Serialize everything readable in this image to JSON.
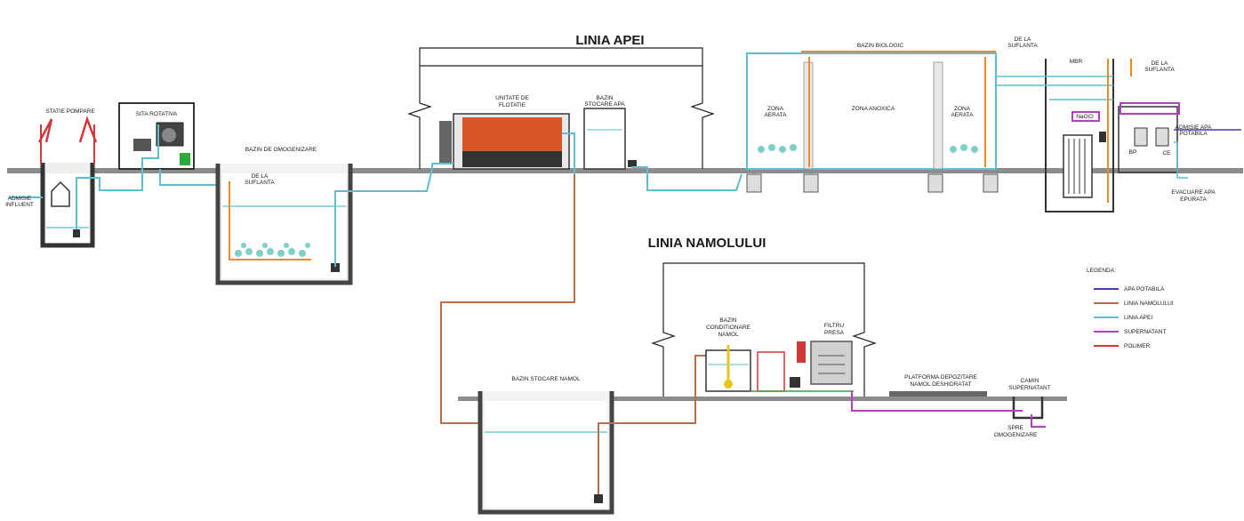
{
  "titles": {
    "water_line": "LINIA APEI",
    "sludge_line": "LINIA NAMOLULUI"
  },
  "labels": {
    "pump_station": "STATIE POMPARE",
    "inlet": [
      "ADMISIE",
      "INFLUENT"
    ],
    "rotary_screen": "SITA ROTATIVA",
    "equalization_tank": "BAZIN DE OMOGENIZARE",
    "from_blower_1": [
      "DE LA",
      "SUFLANTA"
    ],
    "flotation_unit": [
      "UNITATE DE",
      "FLOTATIE"
    ],
    "water_storage": [
      "BAZIN",
      "STOCARE APA"
    ],
    "bio_tank": "BAZIN BIOLOGIC",
    "from_blower_2": [
      "DE LA",
      "SUFLANTA"
    ],
    "aerated_zone_1": [
      "ZONA",
      "AERATA"
    ],
    "anoxic_zone": "ZONA ANOXICA",
    "aerated_zone_2": [
      "ZONA",
      "AERATA"
    ],
    "mbr": "MBR",
    "from_blower_3": [
      "DE LA",
      "SUFLANTA"
    ],
    "naocl": "NaOCl",
    "potable_inlet": [
      "ADMISIE APA",
      "POTABILA"
    ],
    "bp": "BP",
    "ce": "CE",
    "treated_discharge": [
      "EVACUARE APA",
      "EPURATA"
    ],
    "sludge_storage": "BAZIN STOCARE NAMOL",
    "sludge_conditioning": [
      "BAZIN",
      "CONDITIONARE",
      "NAMOL"
    ],
    "filter_press": [
      "FILTRU",
      "PRESA"
    ],
    "dewatered_platform": [
      "PLATFORMA DEPOZITARE",
      "NAMOL DESHIDRATAT"
    ],
    "supernatant_chamber": [
      "CAMIN",
      "SUPERNATANT"
    ],
    "to_equalization": [
      "SPRE",
      "OMOGENIZARE"
    ]
  },
  "legend": {
    "title": "LEGENDA:",
    "items": [
      {
        "label": "APA POTABILA",
        "color": "#4b3aa6"
      },
      {
        "label": "LINIA NAMOLULUI",
        "color": "#b5704a"
      },
      {
        "label": "LINIA APEI",
        "color": "#5cc0d0"
      },
      {
        "label": "SUPERNATANT",
        "color": "#b43cc4"
      },
      {
        "label": "POLIMER",
        "color": "#d2373a"
      }
    ]
  },
  "colors": {
    "water_line": "#5cc0d0",
    "sludge_line": "#b5704a",
    "potable_water": "#4b3aa6",
    "supernatant": "#b43cc4",
    "polymer": "#d2373a",
    "air": "#f08a1e",
    "ground": "#7a7a7a",
    "structure": "#333333"
  }
}
